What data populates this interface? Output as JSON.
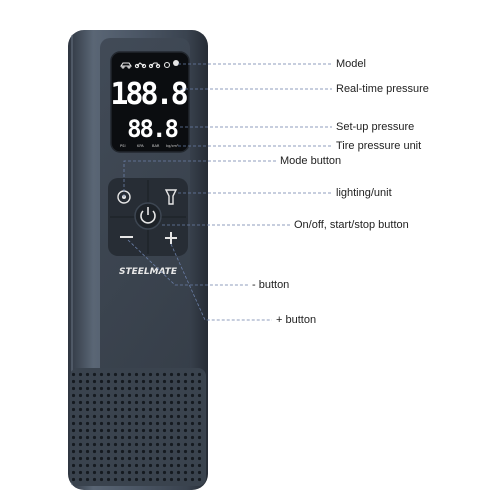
{
  "brand": "STEELMATE",
  "display": {
    "realtime_pressure": "188.8",
    "setup_pressure": "88.8",
    "units": [
      "PSI",
      "KPA",
      "BAR",
      "kg/cm²"
    ]
  },
  "labels": {
    "model": "Model",
    "realtime_pressure": "Real-time pressure",
    "setup_pressure": "Set-up pressure",
    "tire_pressure_unit": "Tire pressure unit",
    "mode_button": "Mode button",
    "lighting_unit": "lighting/unit",
    "onoff_button": "On/off, start/stop button",
    "minus_button": "- button",
    "plus_button": "+ button"
  },
  "colors": {
    "body": "#4a5564",
    "body_dark": "#2c333d",
    "screen": "#0b0d10",
    "leader": "#6b7fa8"
  },
  "icons": [
    "car-icon",
    "motorcycle-icon",
    "bicycle-icon",
    "ball-icon",
    "gear-icon",
    "flashlight-icon",
    "power-icon",
    "minus-icon",
    "plus-icon"
  ]
}
